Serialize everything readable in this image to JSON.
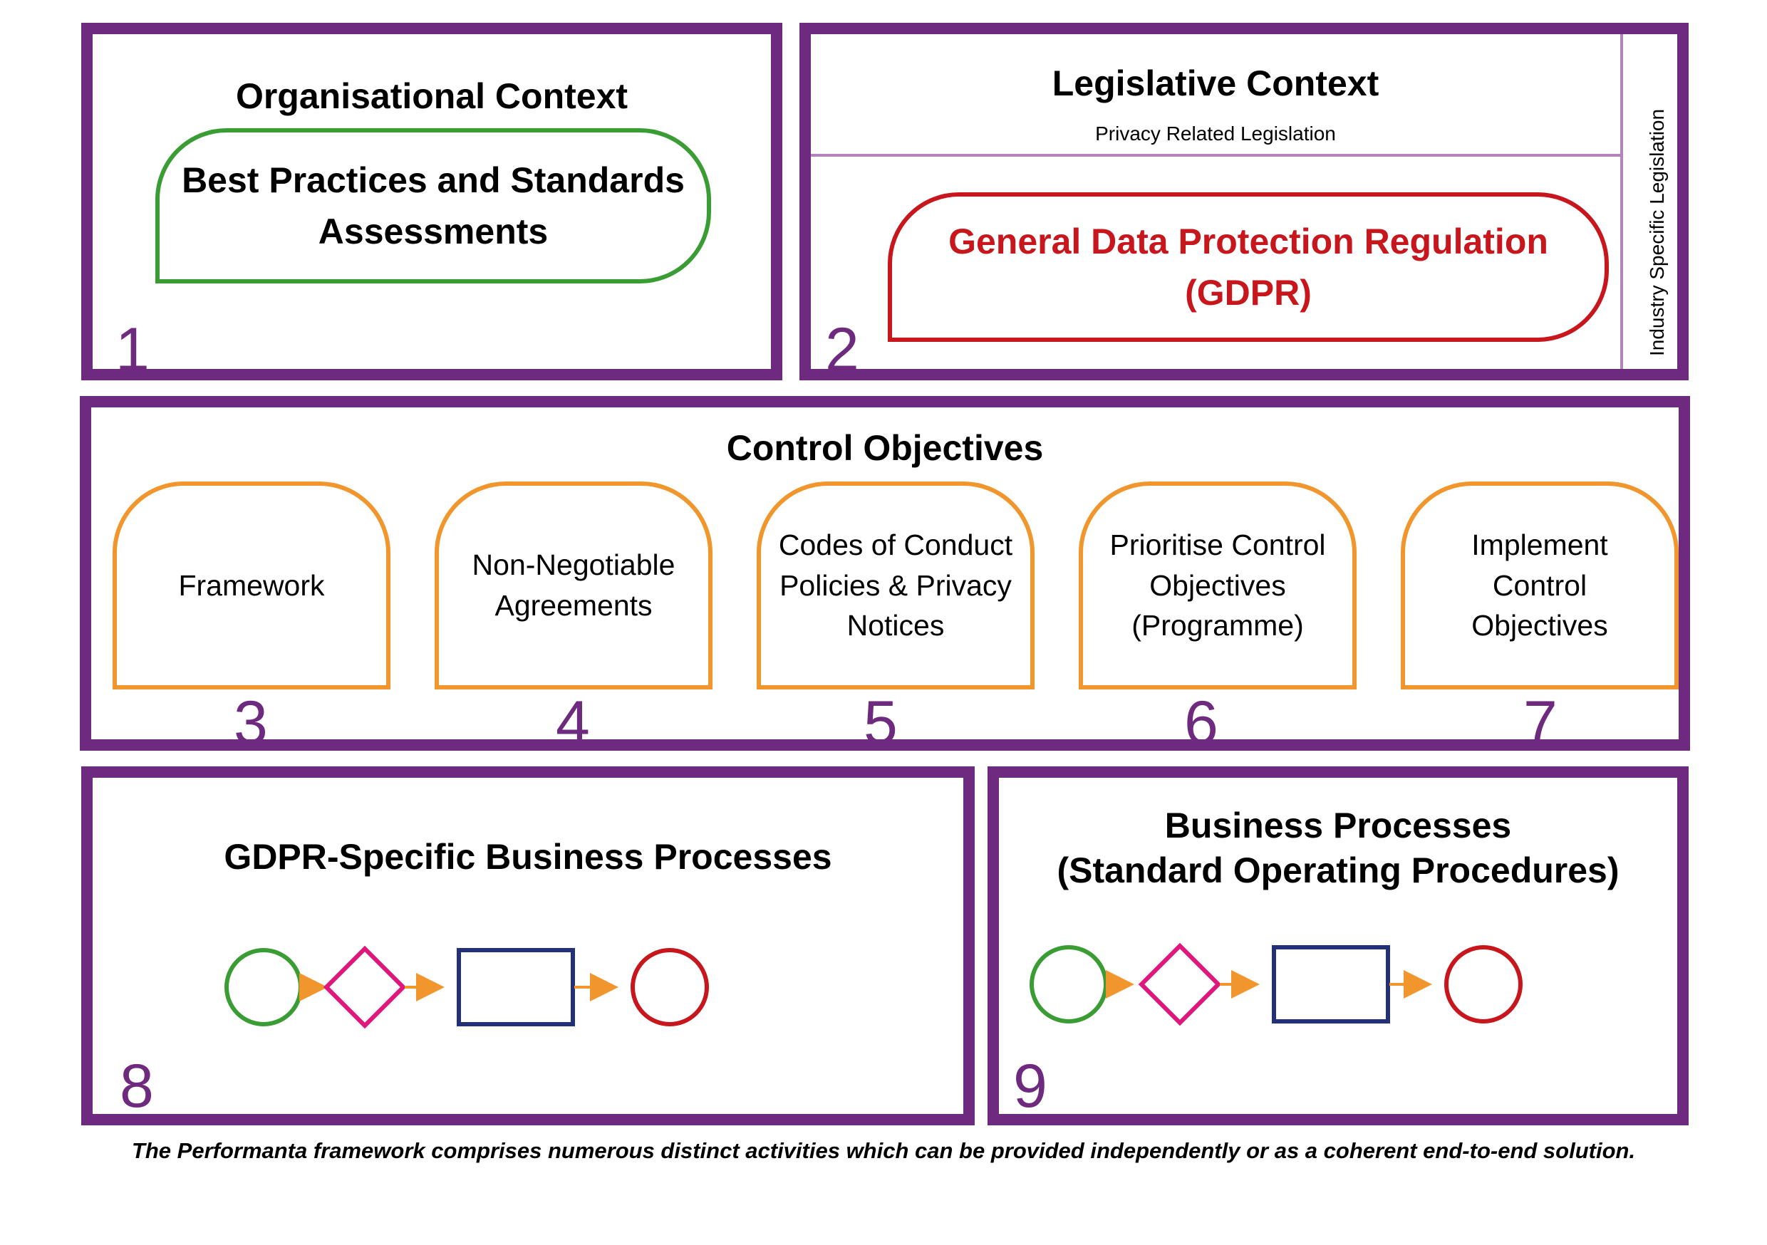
{
  "panels": {
    "organisational": {
      "title": "Organisational Context",
      "pill_line1": "Best Practices and Standards",
      "pill_line2": "Assessments",
      "number": "1"
    },
    "legislative": {
      "title": "Legislative Context",
      "subtitle": "Privacy Related Legislation",
      "side_label": "Industry Specific Legislation",
      "pill_line1": "General Data Protection Regulation",
      "pill_line2": "(GDPR)",
      "number": "2"
    },
    "control": {
      "title": "Control Objectives",
      "items": [
        {
          "lines": [
            "Framework"
          ],
          "number": "3"
        },
        {
          "lines": [
            "Non-Negotiable",
            "Agreements"
          ],
          "number": "4"
        },
        {
          "lines": [
            "Codes of Conduct",
            "Policies & Privacy",
            "Notices"
          ],
          "number": "5"
        },
        {
          "lines": [
            "Prioritise Control",
            "Objectives",
            "(Programme)"
          ],
          "number": "6"
        },
        {
          "lines": [
            "Implement",
            "Control",
            "Objectives"
          ],
          "number": "7"
        }
      ]
    },
    "gdpr_processes": {
      "title": "GDPR-Specific Business Processes",
      "number": "8"
    },
    "business_processes": {
      "title_line1": "Business Processes",
      "title_line2": "(Standard Operating Procedures)",
      "number": "9"
    }
  },
  "caption": "The Performanta framework comprises numerous distinct activities which can be provided independently or as a coherent end-to-end solution.",
  "colors": {
    "panel_border": "#6e2a7e",
    "green": "#3a9d34",
    "red": "#c8161d",
    "orange": "#f0962c",
    "magenta": "#e0177d",
    "navy": "#22307a"
  }
}
